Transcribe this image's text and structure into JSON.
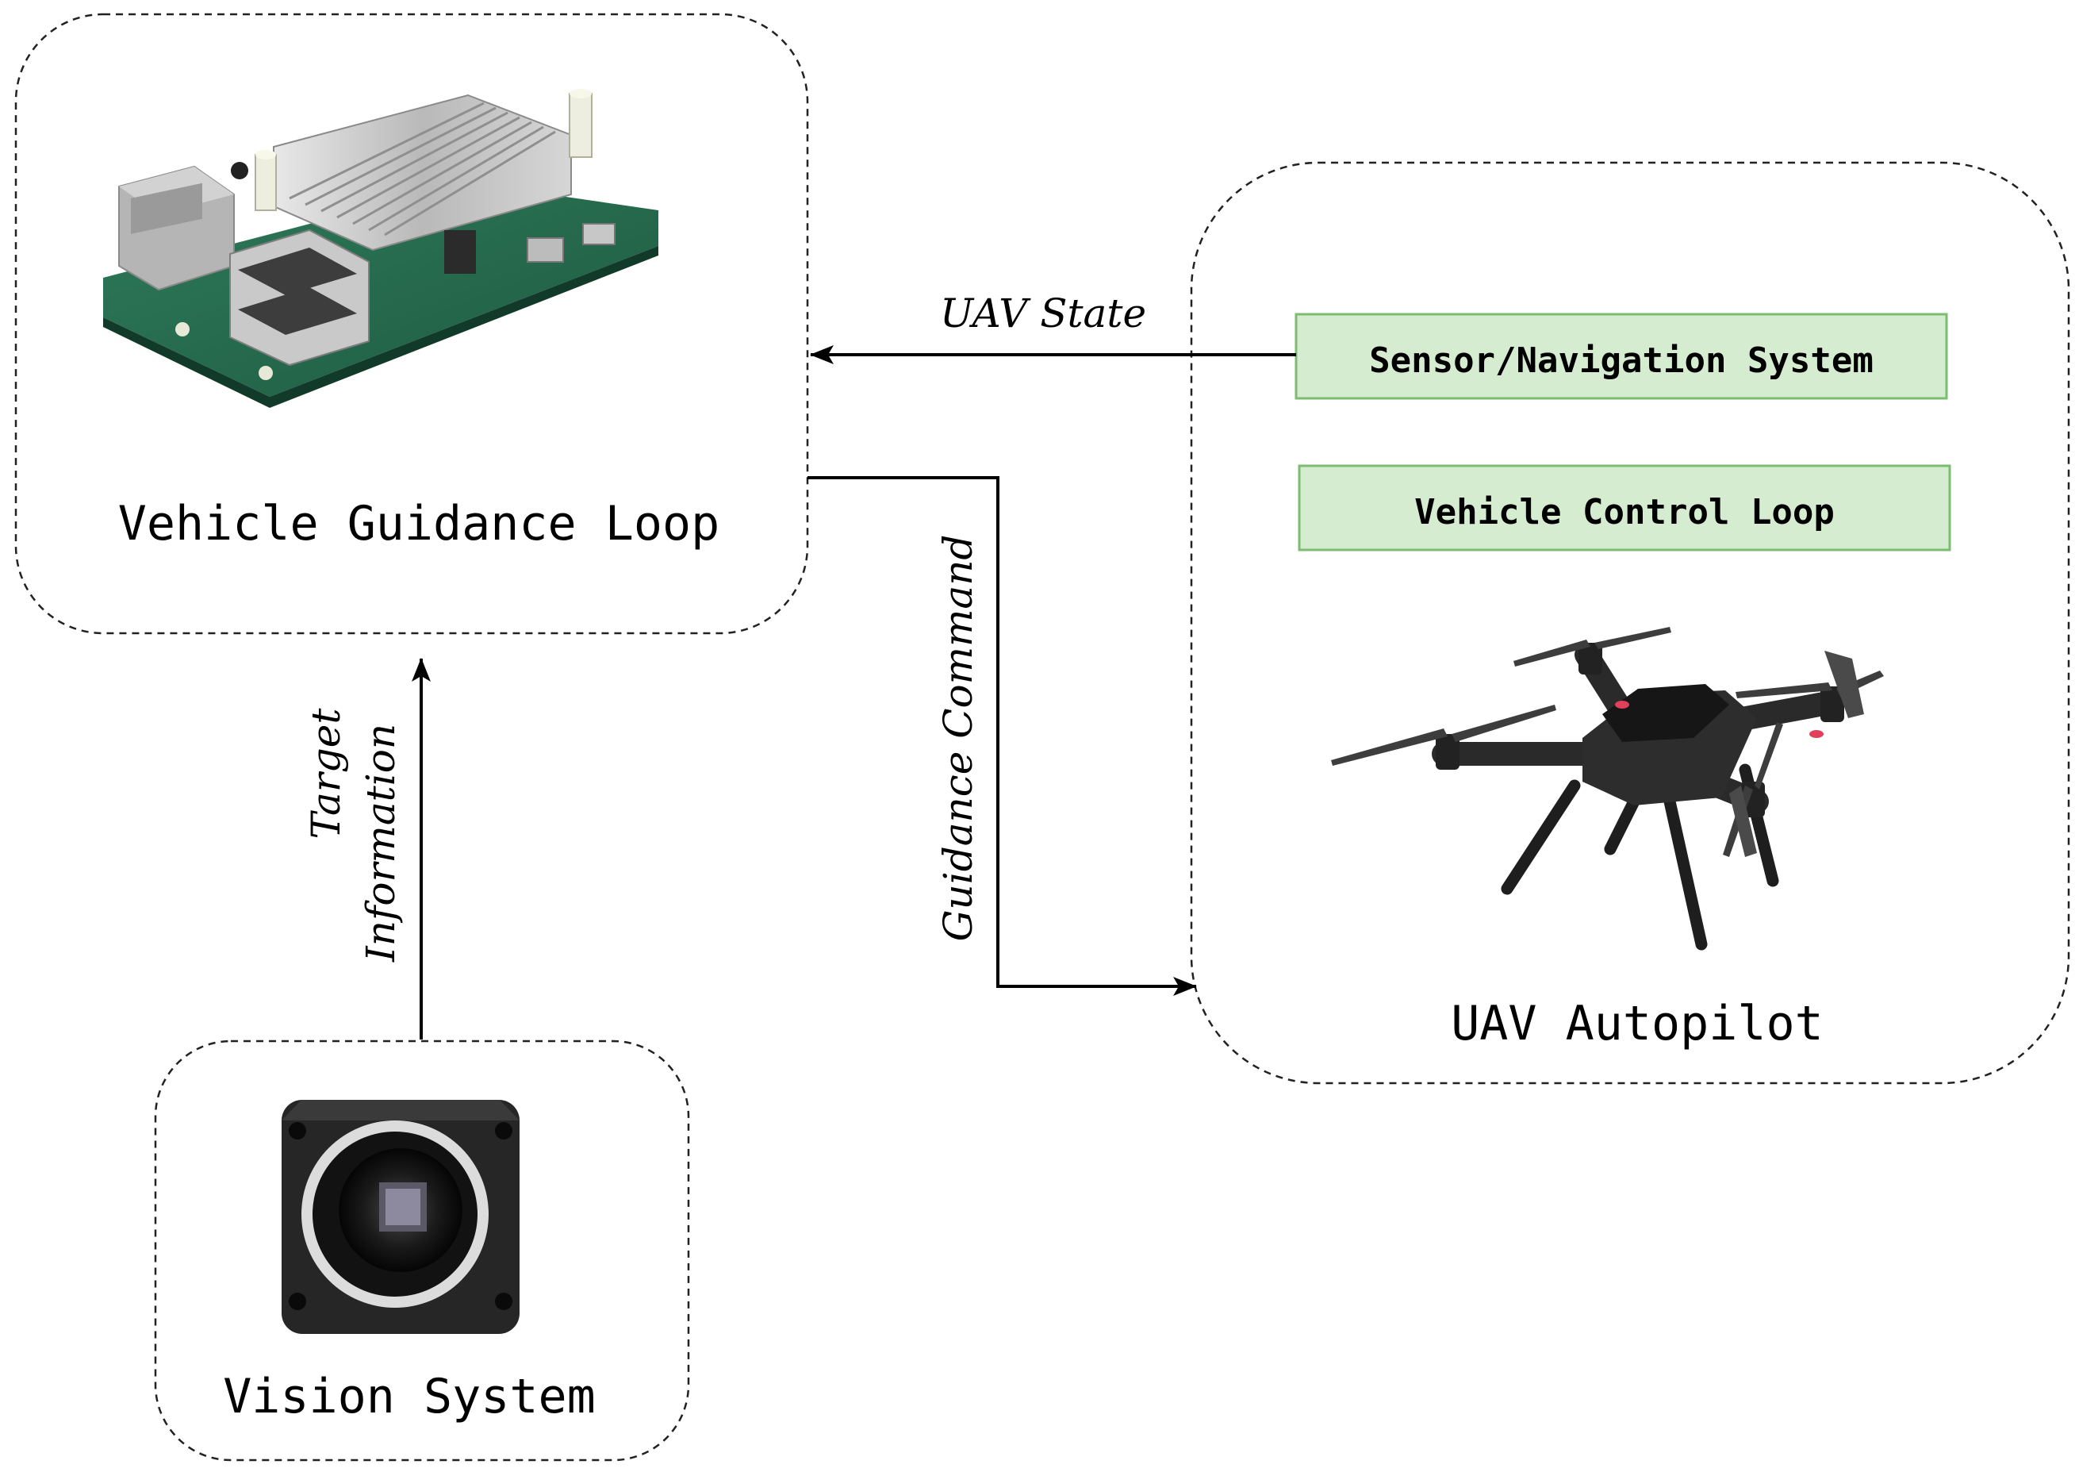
{
  "nodes": {
    "guidance": {
      "label": "Vehicle Guidance Loop",
      "image": "single-board-computer"
    },
    "vision": {
      "label": "Vision System",
      "image": "machine-vision-camera"
    },
    "autopilot": {
      "label": "UAV Autopilot",
      "image": "quadcopter-drone",
      "blocks": [
        "Sensor/Navigation System",
        "Vehicle Control Loop"
      ]
    }
  },
  "edges": {
    "uav_state": "UAV State",
    "guidance_command": "Guidance Command",
    "target_information": [
      "Target",
      "Information"
    ]
  },
  "colors": {
    "block_fill": "#d5ecd0",
    "block_stroke": "#7bbd6e",
    "line": "#000000",
    "box_stroke": "#222222"
  }
}
